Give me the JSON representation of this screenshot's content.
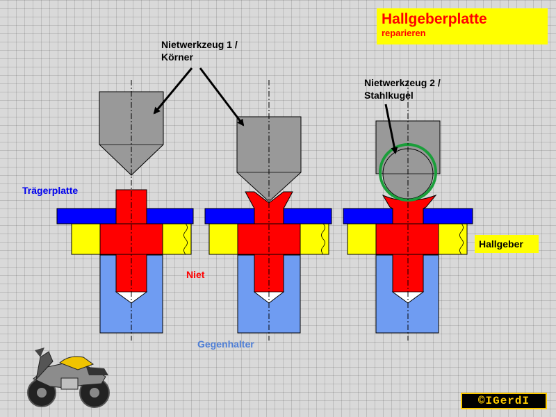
{
  "title": {
    "main": "Hallgeberplatte",
    "sub": "reparieren"
  },
  "labels": {
    "tool1": [
      "Nietwerkzeug 1 /",
      "Körner"
    ],
    "tool2": [
      "Nietwerkzeug 2 /",
      "Stahlkugel"
    ],
    "traegerplatte": "Trägerplatte",
    "hallgeber": "Hallgeber",
    "niet": "Niet",
    "gegenhalter": "Gegenhalter"
  },
  "copyright": "©IGerdI",
  "colors": {
    "background": "#d9d9d9",
    "tool": "#999999",
    "rivet": "#ff0000",
    "carrier_plate": "#0000ff",
    "hall_sensor": "#ffff00",
    "counter_holder": "#6f9cf2",
    "steel_ball": "#1a9e3a",
    "title_box": "#ffff00",
    "title_text": "#ff0000"
  },
  "icons": {
    "motorcycle": "motorcycle-icon",
    "arrows": "arrow-icon"
  }
}
